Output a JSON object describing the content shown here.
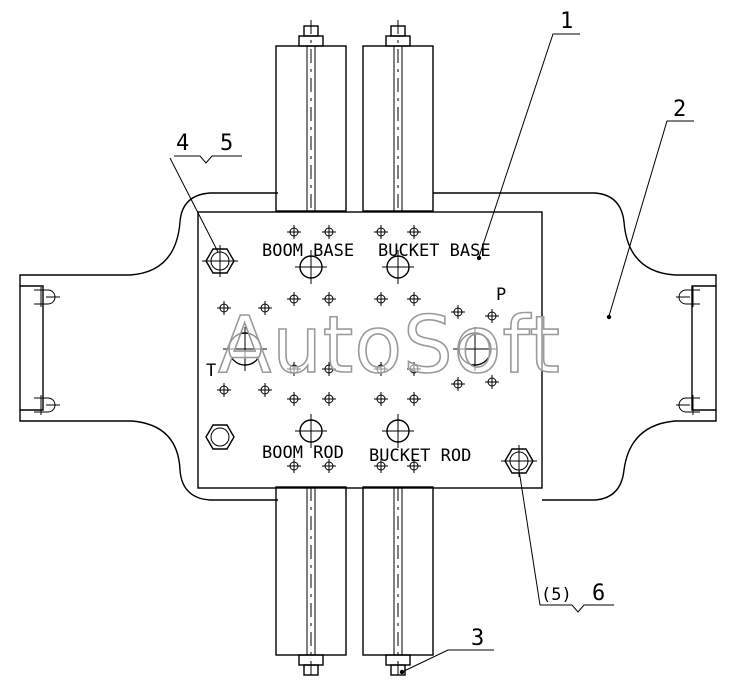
{
  "drawing": {
    "labels": {
      "boom_base": "BOOM BASE",
      "bucket_base": "BUCKET BASE",
      "boom_rod": "BOOM ROD",
      "bucket_rod": "BUCKET ROD",
      "port_p": "P",
      "port_t": "T"
    },
    "callouts": {
      "c1": "1",
      "c2": "2",
      "c3": "3",
      "c4": "4",
      "c5": "5",
      "c5b": "(5)",
      "c6": "6"
    },
    "watermark": "AutoSoft"
  }
}
